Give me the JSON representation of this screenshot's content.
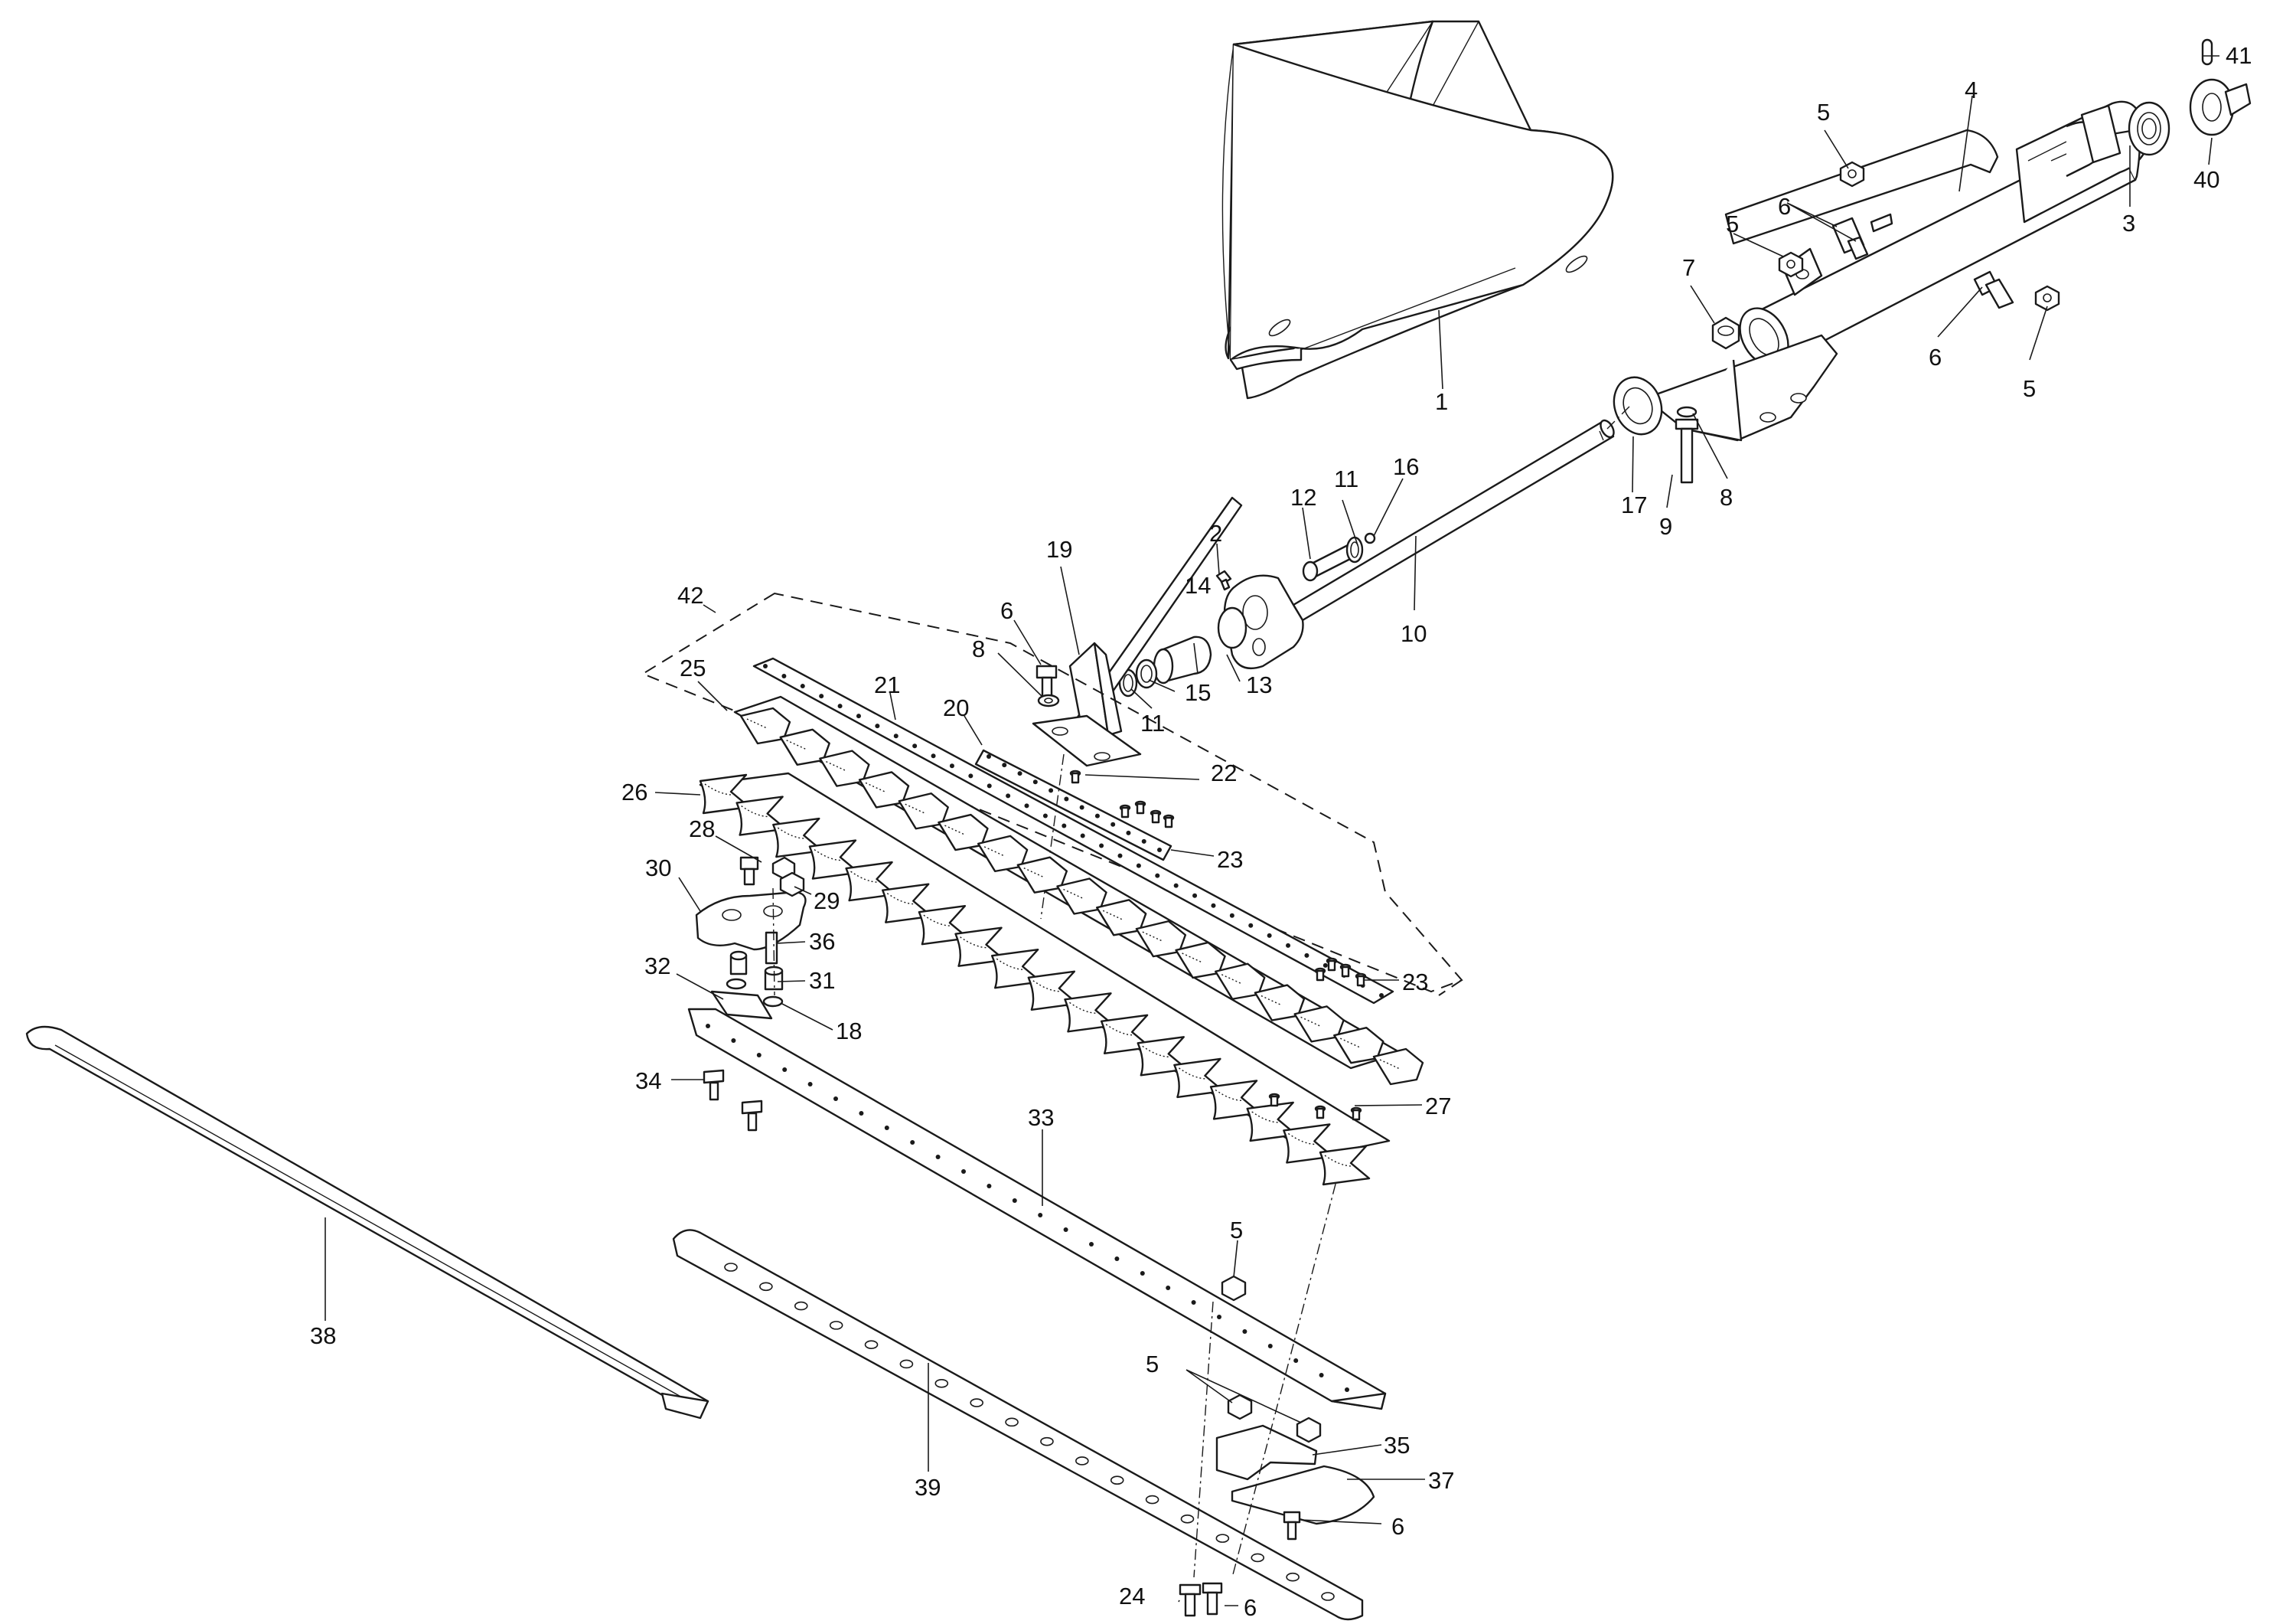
{
  "diagram": {
    "title": "Cutter bar drive assembly — exploded parts view",
    "line_color": "#1a1a1a",
    "background": "#ffffff",
    "callouts": [
      {
        "id": "c1",
        "label": "1"
      },
      {
        "id": "c2",
        "label": "2"
      },
      {
        "id": "c3",
        "label": "3"
      },
      {
        "id": "c4",
        "label": "4"
      },
      {
        "id": "c5a",
        "label": "5"
      },
      {
        "id": "c5b",
        "label": "5"
      },
      {
        "id": "c5c",
        "label": "5"
      },
      {
        "id": "c5d",
        "label": "5"
      },
      {
        "id": "c5e",
        "label": "5"
      },
      {
        "id": "c6a",
        "label": "6"
      },
      {
        "id": "c6b",
        "label": "6"
      },
      {
        "id": "c6c",
        "label": "6"
      },
      {
        "id": "c6d",
        "label": "6"
      },
      {
        "id": "c6e",
        "label": "6"
      },
      {
        "id": "c7",
        "label": "7"
      },
      {
        "id": "c8a",
        "label": "8"
      },
      {
        "id": "c8b",
        "label": "8"
      },
      {
        "id": "c9",
        "label": "9"
      },
      {
        "id": "c10",
        "label": "10"
      },
      {
        "id": "c11a",
        "label": "11"
      },
      {
        "id": "c11b",
        "label": "11"
      },
      {
        "id": "c12",
        "label": "12"
      },
      {
        "id": "c13",
        "label": "13"
      },
      {
        "id": "c14",
        "label": "14"
      },
      {
        "id": "c15",
        "label": "15"
      },
      {
        "id": "c16",
        "label": "16"
      },
      {
        "id": "c17",
        "label": "17"
      },
      {
        "id": "c18",
        "label": "18"
      },
      {
        "id": "c19",
        "label": "19"
      },
      {
        "id": "c20",
        "label": "20"
      },
      {
        "id": "c21",
        "label": "21"
      },
      {
        "id": "c22",
        "label": "22"
      },
      {
        "id": "c23a",
        "label": "23"
      },
      {
        "id": "c23b",
        "label": "23"
      },
      {
        "id": "c24",
        "label": "24"
      },
      {
        "id": "c25",
        "label": "25"
      },
      {
        "id": "c26",
        "label": "26"
      },
      {
        "id": "c27",
        "label": "27"
      },
      {
        "id": "c28",
        "label": "28"
      },
      {
        "id": "c29",
        "label": "29"
      },
      {
        "id": "c30",
        "label": "30"
      },
      {
        "id": "c31",
        "label": "31"
      },
      {
        "id": "c32",
        "label": "32"
      },
      {
        "id": "c33",
        "label": "33"
      },
      {
        "id": "c34",
        "label": "34"
      },
      {
        "id": "c35",
        "label": "35"
      },
      {
        "id": "c36",
        "label": "36"
      },
      {
        "id": "c37",
        "label": "37"
      },
      {
        "id": "c38",
        "label": "38"
      },
      {
        "id": "c39",
        "label": "39"
      },
      {
        "id": "c40",
        "label": "40"
      },
      {
        "id": "c41",
        "label": "41"
      },
      {
        "id": "c42",
        "label": "42"
      }
    ]
  }
}
